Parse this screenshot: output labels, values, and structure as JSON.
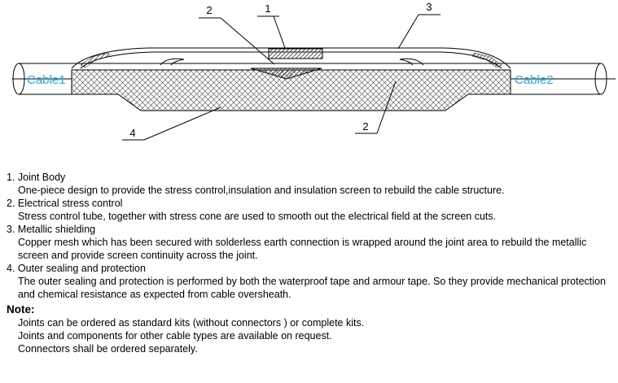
{
  "diagram": {
    "callout_1": "1",
    "callout_2_top": "2",
    "callout_3": "3",
    "callout_2_bottom": "2",
    "callout_4": "4",
    "cable_left_label": "Cable1",
    "cable_right_label": "Cable2",
    "cable_label_color": "#29aae1"
  },
  "legend": {
    "items": [
      {
        "number": "1.",
        "title": "Joint Body",
        "body": "One-piece design to provide the stress control,insulation and insulation screen to rebuild the cable structure."
      },
      {
        "number": "2.",
        "title": "Electrical stress control",
        "body": "Stress control tube, together with stress cone are used to smooth out the electrical field at the screen cuts."
      },
      {
        "number": "3.",
        "title": "Metallic shielding",
        "body": "Copper mesh which has been secured with solderless earth connection is wrapped around the joint area to rebuild the metallic screen and provide screen continuity across the joint."
      },
      {
        "number": "4.",
        "title": "Outer sealing and protection",
        "body": "The outer sealing and protection is performed by both the waterproof tape and armour tape. So they provide mechanical protection and chemical resistance as expected from cable oversheath."
      }
    ]
  },
  "note": {
    "label": "Note:",
    "lines": [
      "Joints can be ordered as standard kits (without connectors ) or complete kits.",
      "Joints and components for other cable types are available on request.",
      "Connectors shall be ordered separately."
    ]
  }
}
